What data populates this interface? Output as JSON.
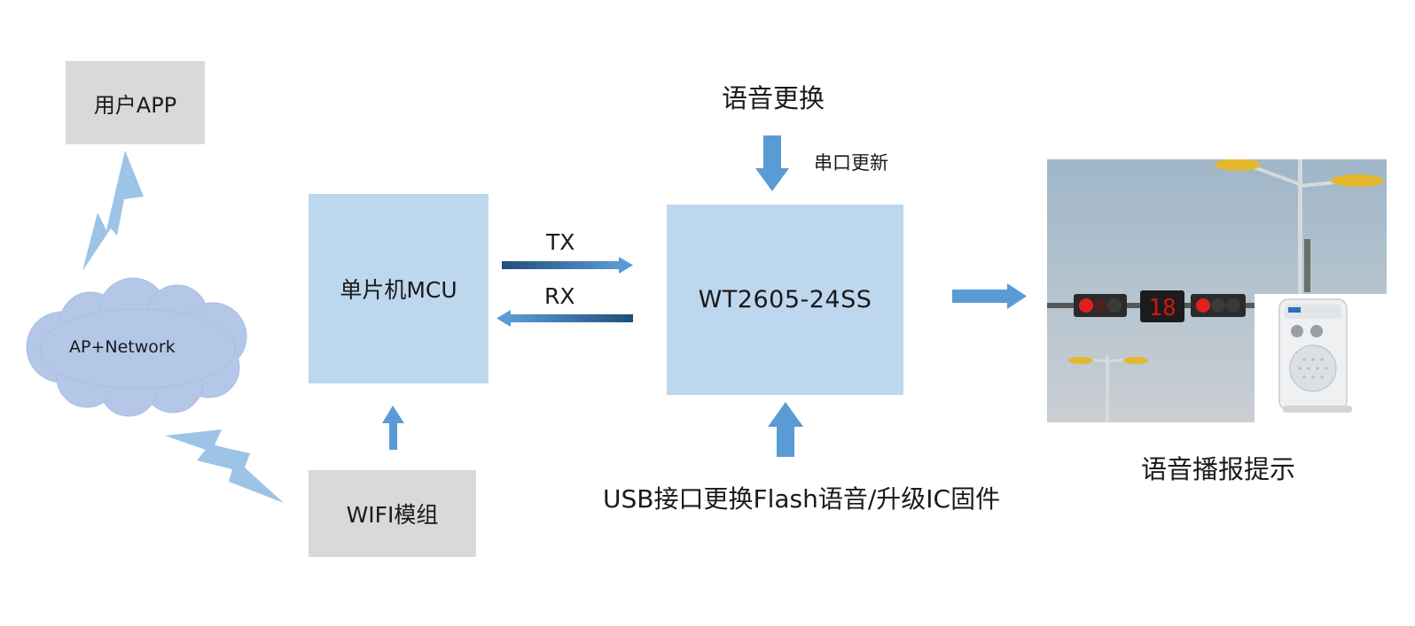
{
  "nodes": {
    "user_app": "用户APP",
    "cloud": "AP+Network",
    "mcu": "单片机MCU",
    "wifi": "WIFI模组",
    "chip": "WT2605-24SS",
    "voice_change": "语音更换",
    "serial_update": "串口更新",
    "usb_update": "USB接口更换Flash语音/升级IC固件",
    "output": "语音播报提示"
  },
  "links": {
    "tx": "TX",
    "rx": "RX"
  },
  "photo": {
    "signal_display": "18"
  },
  "colors": {
    "gray_box": "#d9d9d9",
    "blue_box": "#bdd7ee",
    "arrow": "#5b9bd5",
    "bolt": "#9dc3e6",
    "cloud": "#b4c7e7"
  }
}
